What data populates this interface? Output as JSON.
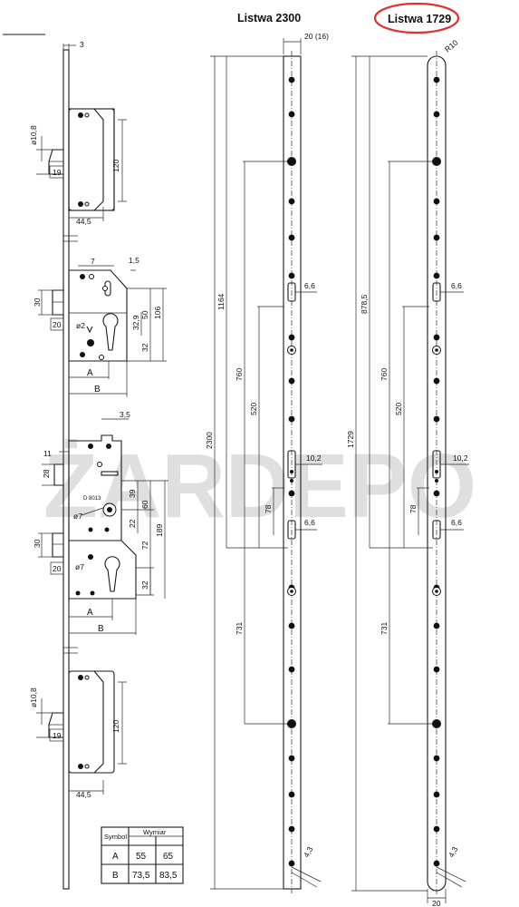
{
  "titles": {
    "strip_a": "Listwa 2300",
    "strip_b": "Listwa 1729"
  },
  "watermark": "ŻARDEPO",
  "highlight_color": "#e0322c",
  "lock_dims": {
    "top_offset": "3",
    "roller_dia_top": "ø10,8",
    "roller_w_top": "19",
    "roller_len_top": "120",
    "roller_depth_top": "44,5",
    "m1_d7": "7",
    "m1_d15": "1,5",
    "m1_d30": "30",
    "m1_d20": "20",
    "m1_d329": "32,9",
    "m1_d50": "50",
    "m1_d106": "106",
    "m1_d32": "32",
    "m1_d8": "ø2",
    "m1_A": "A",
    "m1_B": "B",
    "g_d35": "3,5",
    "g_d11": "11",
    "g_d28": "28",
    "g_d39": "39",
    "g_d60": "60",
    "g_d22": "22",
    "g_d189": "189",
    "g_d72": "72",
    "g_d7": "ø7",
    "g_part": "D 8013",
    "m2_d30": "30",
    "m2_d20": "20",
    "m2_d7": "ø7",
    "m2_d32": "32",
    "m2_A": "A",
    "m2_B": "B",
    "roller_dia_bot": "ø10,8",
    "roller_w_bot": "19",
    "roller_len_bot": "120",
    "roller_depth_bot": "44,5"
  },
  "strip_a_dims": {
    "width": "20 (16)",
    "total": "2300",
    "d1164": "1164",
    "d760": "760",
    "d520": "520",
    "d78": "78",
    "d731": "731",
    "slot1": "6,6",
    "slot2": "10,2",
    "slot3": "6,6",
    "angle": "4,3"
  },
  "strip_b_dims": {
    "radius": "R10",
    "total": "1729",
    "d8785": "878,5",
    "d760": "760",
    "d520": "520",
    "d78": "78",
    "d731": "731",
    "slot1": "6,6",
    "slot2": "10,2",
    "slot3": "6,6",
    "angle": "4,3",
    "bottom_width": "20"
  },
  "table": {
    "col_symbol": "Symbol",
    "col_dim": "Wymiar",
    "rows": [
      {
        "symbol": "A",
        "v1": "55",
        "v2": "65"
      },
      {
        "symbol": "B",
        "v1": "73,5",
        "v2": "83,5"
      }
    ]
  }
}
